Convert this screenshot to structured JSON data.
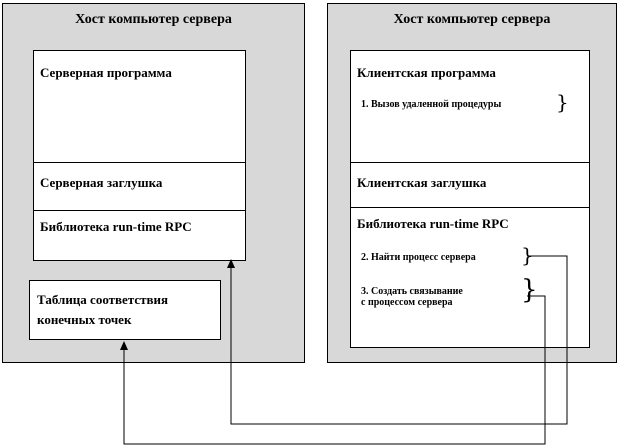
{
  "left_host": {
    "title": "Хост компьютер сервера",
    "server_program": "Серверная программа",
    "server_stub": "Серверная заглушка",
    "runtime_library": "Библиотека run-time RPC",
    "endpoint_table_line1": "Таблица соответствия",
    "endpoint_table_line2": "конечных точек"
  },
  "right_host": {
    "title": "Хост компьютер сервера",
    "client_program": "Клиентская программа",
    "step1": "1. Вызов удаленной процедуры",
    "client_stub": "Клиентская заглушка",
    "runtime_library": "Библиотека run-time RPC",
    "step2": "2. Найти процесс сервера",
    "step3_line1": "3. Создать связывание",
    "step3_line2": "с процессом сервера"
  }
}
